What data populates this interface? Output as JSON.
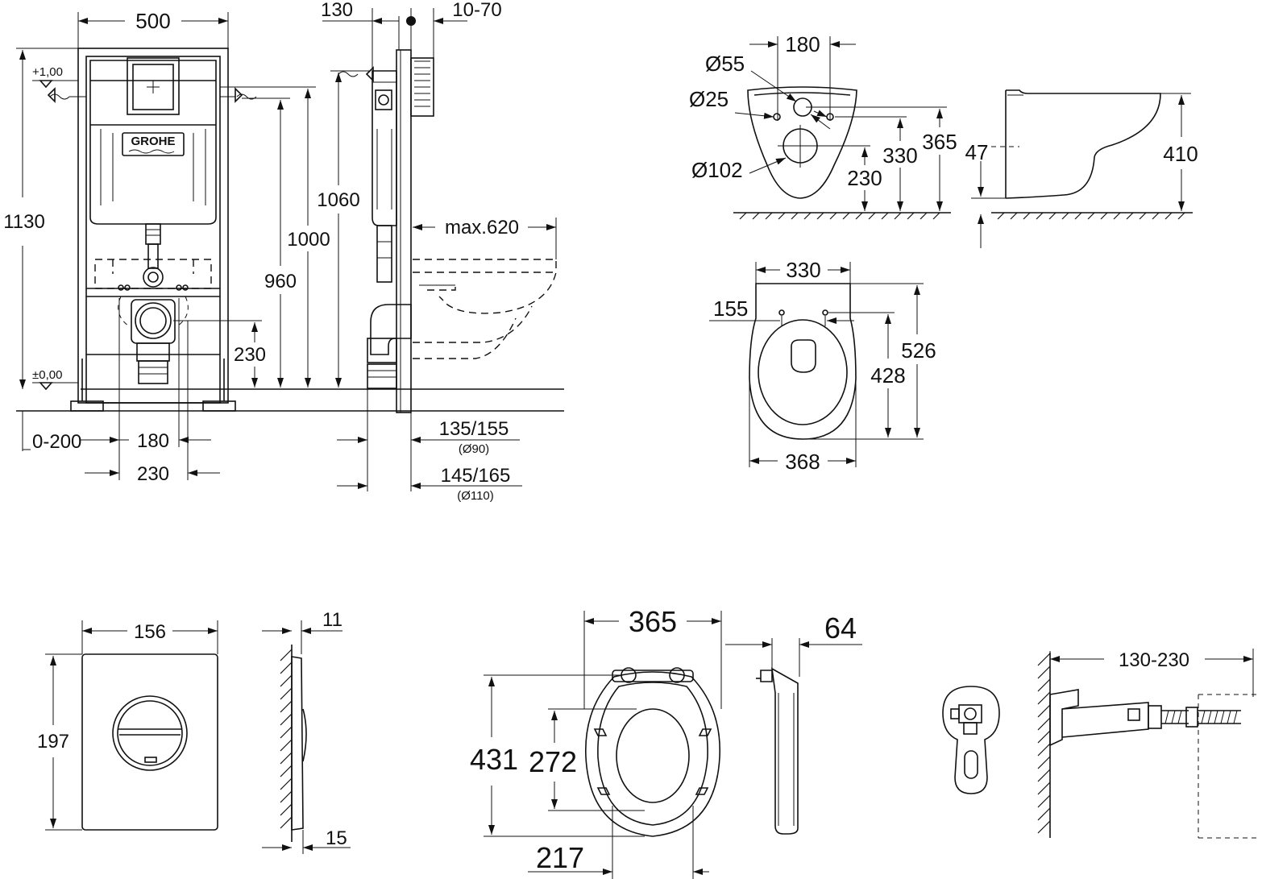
{
  "frame_front": {
    "width": "500",
    "height": "1130",
    "top_level": "+1,00",
    "floor_level": "±0,00",
    "brand": "GROHE",
    "offset": "0-200",
    "inlet_spacing": "180",
    "outlet_spacing": "230",
    "outlet_height": "230",
    "h960": "960",
    "h1000": "1000",
    "h1060": "1060"
  },
  "frame_side": {
    "top_depth": "130",
    "adjust": "10-70",
    "max_projection": "max.620",
    "d90": "135/155",
    "d90_pipe": "(Ø90)",
    "d110": "145/165",
    "d110_pipe": "(Ø110)"
  },
  "pan_rear": {
    "width_holes": "180",
    "d55": "Ø55",
    "d25": "Ø25",
    "d102": "Ø102",
    "h230": "230",
    "h330": "330",
    "h365": "365"
  },
  "pan_side": {
    "h47": "47",
    "h410": "410"
  },
  "pan_top": {
    "w330": "330",
    "w155": "155",
    "d526": "526",
    "d428": "428",
    "w368": "368"
  },
  "flush_plate": {
    "width": "156",
    "height": "197",
    "depth_top": "11",
    "depth_bottom": "15"
  },
  "seat": {
    "width": "365",
    "depth": "431",
    "inner_depth": "272",
    "hinge_spacing": "217",
    "thickness": "64"
  },
  "fixing": {
    "range": "130-230"
  }
}
